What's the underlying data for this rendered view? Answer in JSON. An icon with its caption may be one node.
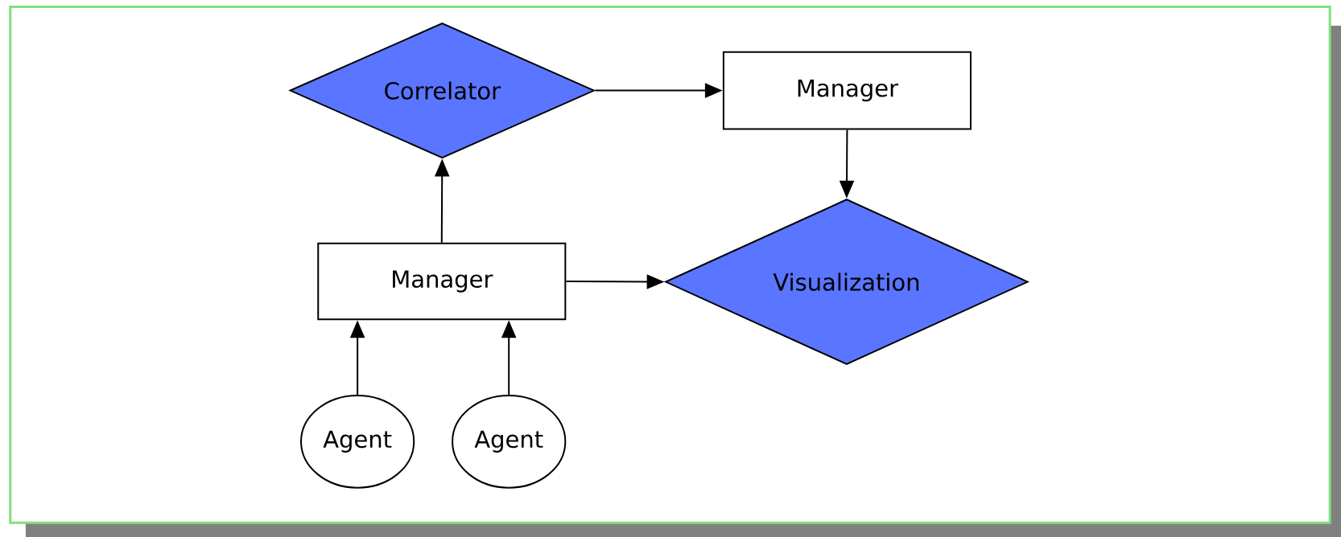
{
  "diagram": {
    "nodes": [
      {
        "text": [
          "Correlator"
        ]
      },
      {
        "text": [
          "Manager"
        ]
      },
      {
        "text": [
          "Manager"
        ]
      },
      {
        "text": [
          "Visualization"
        ]
      },
      {
        "text": [
          "Agent"
        ]
      },
      {
        "text": [
          "Agent"
        ]
      }
    ],
    "edges": [
      {
        "from": 0,
        "to": 1,
        "arrow": "to"
      },
      {
        "from": 1,
        "to": 3,
        "arrow": "to"
      },
      {
        "from": 2,
        "to": 0,
        "arrow": "to"
      },
      {
        "from": 2,
        "to": 3,
        "arrow": "to"
      },
      {
        "from": 4,
        "to": 2,
        "arrow": "to"
      },
      {
        "from": 5,
        "to": 2,
        "arrow": "to"
      }
    ]
  }
}
